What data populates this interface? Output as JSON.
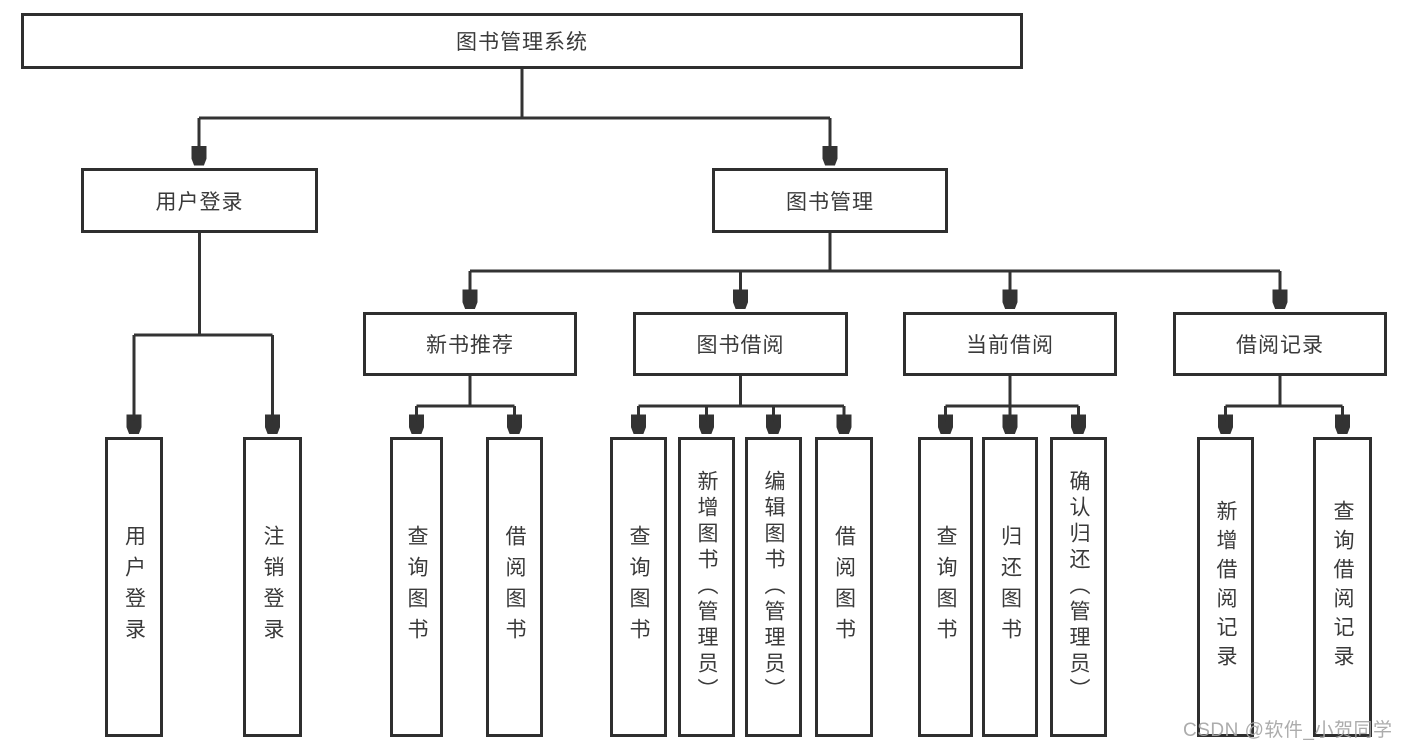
{
  "nodes": {
    "root": "图书管理系统",
    "user_login": "用户登录",
    "book_mgmt": "图书管理",
    "new_book_rec": "新书推荐",
    "book_borrow": "图书借阅",
    "current_borrow": "当前借阅",
    "borrow_records": "借阅记录",
    "leaf_user_login": "用户登录",
    "leaf_logout": "注销登录",
    "rec_query_books": "查询图书",
    "rec_borrow_books": "借阅图书",
    "bb_query_books": "查询图书",
    "bb_add_books": "新增图书（管理员）",
    "bb_edit_books": "编辑图书（管理员）",
    "bb_borrow_books": "借阅图书",
    "cb_query_books": "查询图书",
    "cb_return_books": "归还图书",
    "cb_confirm_return": "确认归还（管理员）",
    "br_add_record": "新增借阅记录",
    "br_query_record": "查询借阅记录"
  },
  "watermark": "CSDN @软件_小贺同学",
  "colors": {
    "line": "#333333",
    "box_border": "#2f2f2f",
    "text": "#3a3a3a",
    "background": "#ffffff",
    "watermark": "#a5a5a5"
  }
}
